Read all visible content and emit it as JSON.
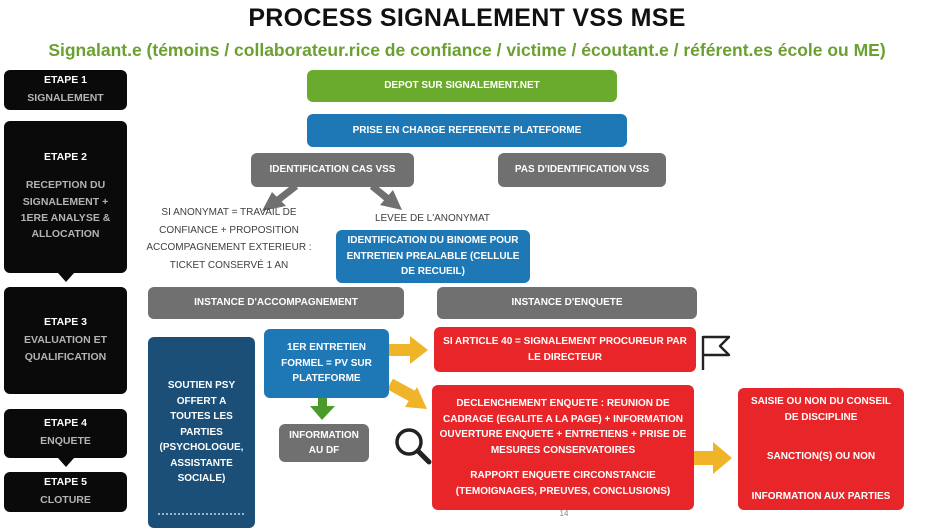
{
  "title": "PROCESS SIGNALEMENT VSS MSE",
  "subtitle": "Signalant.e (témoins / collaborateur.rice de confiance / victime / écoutant.e / référent.es école ou ME)",
  "stages": [
    {
      "num": "ETAPE 1",
      "desc": "SIGNALEMENT"
    },
    {
      "num": "ETAPE 2",
      "desc": "RECEPTION DU SIGNALEMENT + 1ERE ANALYSE & ALLOCATION"
    },
    {
      "num": "ETAPE 3",
      "desc": "EVALUATION ET QUALIFICATION"
    },
    {
      "num": "ETAPE 4",
      "desc": "ENQUETE"
    },
    {
      "num": "ETAPE 5",
      "desc": "CLOTURE"
    }
  ],
  "boxes": {
    "depot": "DEPOT SUR SIGNALEMENT.NET",
    "prise_en_charge": "PRISE EN CHARGE REFERENT.E PLATEFORME",
    "identification_vss": "IDENTIFICATION CAS VSS",
    "pas_identification": "PAS D'IDENTIFICATION VSS",
    "binome": "IDENTIFICATION DU BINOME POUR ENTRETIEN PREALABLE (CELLULE DE RECUEIL)",
    "instance_accompagnement": "INSTANCE D'ACCOMPAGNEMENT",
    "instance_enquete": "INSTANCE D'ENQUETE",
    "soutien_psy": "SOUTIEN PSY OFFERT A TOUTES LES PARTIES (PSYCHOLOGUE, ASSISTANTE SOCIALE)",
    "premier_entretien": "1ER ENTRETIEN FORMEL = PV SUR PLATEFORME",
    "information_df": "INFORMATION AU DF",
    "article_40": "SI ARTICLE 40 = SIGNALEMENT PROCUREUR PAR LE DIRECTEUR",
    "declenchement": "DECLENCHEMENT ENQUETE : REUNION DE CADRAGE (EGALITE A LA PAGE) + INFORMATION OUVERTURE ENQUETE + ENTRETIENS + PRISE DE MESURES CONSERVATOIRES",
    "rapport": "RAPPORT ENQUETE CIRCONSTANCIE (TEMOIGNAGES, PREUVES, CONCLUSIONS)",
    "saisie": "SAISIE OU NON DU CONSEIL DE DISCIPLINE",
    "sanctions": "SANCTION(S) OU NON",
    "information_parties": "INFORMATION AUX PARTIES"
  },
  "notes": {
    "anonymat": "SI ANONYMAT = TRAVAIL DE CONFIANCE + PROPOSITION ACCOMPAGNEMENT EXTERIEUR : TICKET CONSERVÉ 1 AN",
    "levee": "LEVEE DE L'ANONYMAT"
  },
  "page_number": "14",
  "colors": {
    "green": "#6aab2e",
    "blue": "#1e78b6",
    "dark_blue": "#1b4f78",
    "grey": "#707070",
    "red": "#e8262a",
    "arrow_yellow": "#f0b429",
    "subtitle_green": "#6aa030",
    "stage_black": "#0a0a0a"
  },
  "icons": [
    "flag-icon",
    "magnifier-icon"
  ]
}
